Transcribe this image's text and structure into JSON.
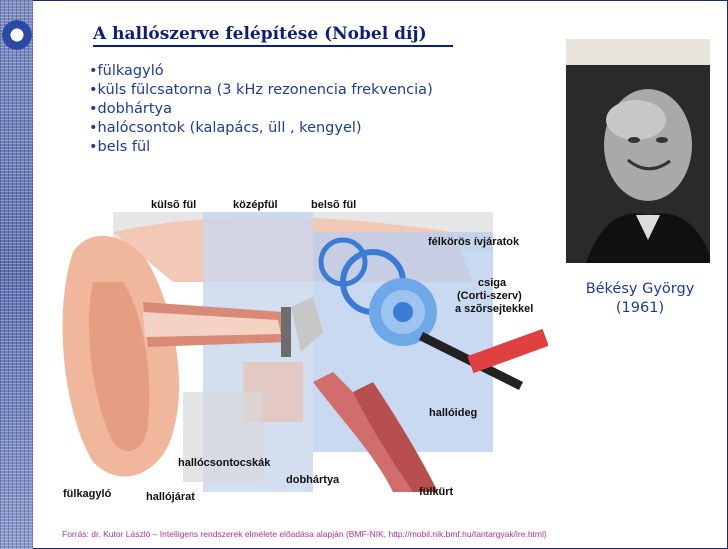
{
  "slide": {
    "title": "A hallószerve felépítése (Nobel díj)",
    "bullets": [
      "•fülkagyló",
      "•küls   fülcsatorna (3 kHz rezonencia frekvencia)",
      "•dobhártya",
      "•halócsontok (kalapács, üll   , kengyel)",
      "•bels   fül"
    ],
    "photo_caption_line1": "Békésy György",
    "photo_caption_line2": "(1961)",
    "footer": "Forrás: dr. Kutor László – Intelligens rendszerek elmélete előadása alapján (BMF-NIK, http://mobil.nik.bmf.hu/tantargyak/ire.html)"
  },
  "diagram_labels": {
    "kulso_ful": "külsõ fül",
    "kozepful": "középfül",
    "belso_ful": "belsõ fül",
    "felkoros": "félkörös ívjáratok",
    "csiga": "csiga",
    "corti": "(Corti-szerv)",
    "szorsejt": "a szõrsejtekkel",
    "halloideg": "hallóideg",
    "fulkagylo": "fülkagyló",
    "hallojarat": "hallójárat",
    "hallocsontocskak": "hallócsontocskák",
    "dobhartya": "dobhártya",
    "fulkurt": "fülkürt"
  },
  "colors": {
    "title": "#0a1f7a",
    "body_text": "#1d3a9e",
    "footer": "#b0309a"
  }
}
